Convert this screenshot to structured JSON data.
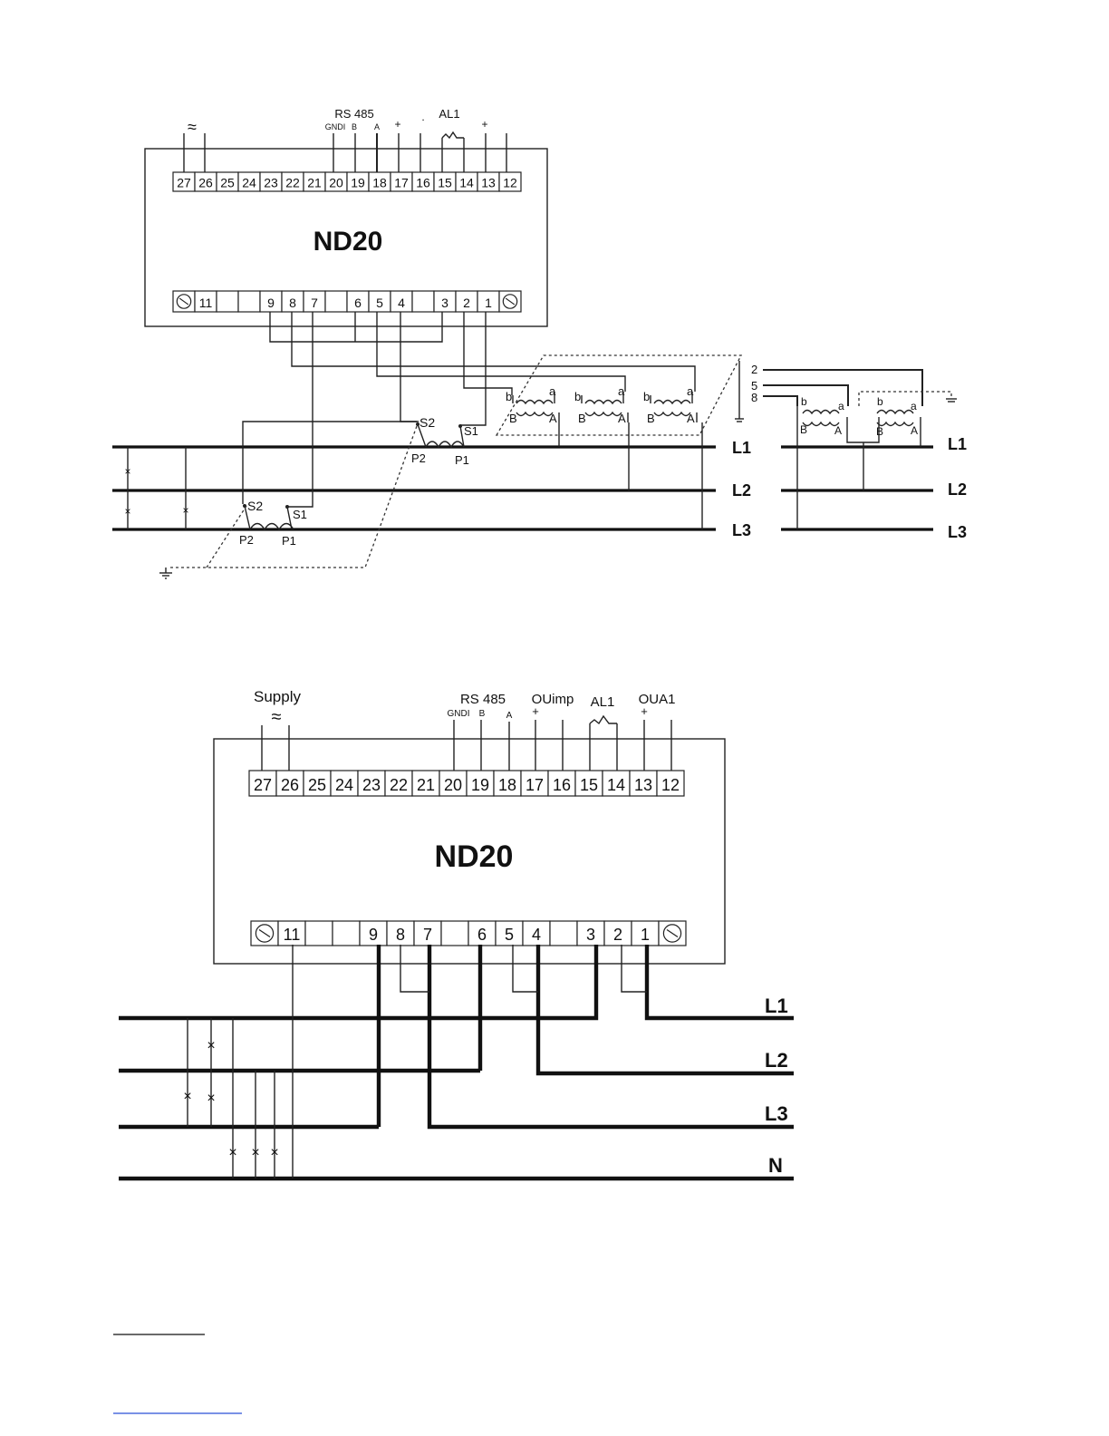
{
  "diagram1": {
    "device_label": "ND20",
    "top_terminals": [
      "27",
      "26",
      "25",
      "24",
      "23",
      "22",
      "21",
      "20",
      "19",
      "18",
      "17",
      "16",
      "15",
      "14",
      "13",
      "12"
    ],
    "bottom_terminals": [
      "11",
      "",
      "",
      "9",
      "8",
      "7",
      "",
      "6",
      "5",
      "4",
      "",
      "3",
      "2",
      "1"
    ],
    "header": {
      "supply_symbol": "≈",
      "rs485": "RS 485",
      "gnd": "GNDI",
      "b": "B",
      "a": "A",
      "plus1": "+",
      "al1": "AL1",
      "plus2": "+",
      "dot": "."
    },
    "ct": {
      "s2": "S2",
      "s1": "S1",
      "p2": "P2",
      "p1": "P1",
      "s2b": "S2",
      "s1b": "S1",
      "p2b": "P2",
      "p1b": "P1"
    },
    "vt_labels": {
      "b": "b",
      "a": "a",
      "B": "B",
      "A": "A"
    },
    "vt_side_numbers": [
      "2",
      "5",
      "8"
    ],
    "lines": [
      "L1",
      "L2",
      "L3"
    ],
    "lines_right": [
      "L1",
      "L2",
      "L3"
    ]
  },
  "diagram2": {
    "device_label": "ND20",
    "top_terminals": [
      "27",
      "26",
      "25",
      "24",
      "23",
      "22",
      "21",
      "20",
      "19",
      "18",
      "17",
      "16",
      "15",
      "14",
      "13",
      "12"
    ],
    "bottom_terminals": [
      "11",
      "",
      "",
      "9",
      "8",
      "7",
      "",
      "6",
      "5",
      "4",
      "",
      "3",
      "2",
      "1"
    ],
    "header": {
      "supply": "Supply",
      "supply_symbol": "≈",
      "rs485": "RS 485",
      "gnd": "GNDI",
      "b": "B",
      "a": "A",
      "ouimp": "OUimp",
      "plus1": "+",
      "al1": "AL1",
      "oua1": "OUA1",
      "plus2": "+"
    },
    "lines": [
      "L1",
      "L2",
      "L3",
      "N"
    ]
  },
  "colors": {
    "ink": "#111111",
    "link_underline": "#2b4fd6"
  }
}
